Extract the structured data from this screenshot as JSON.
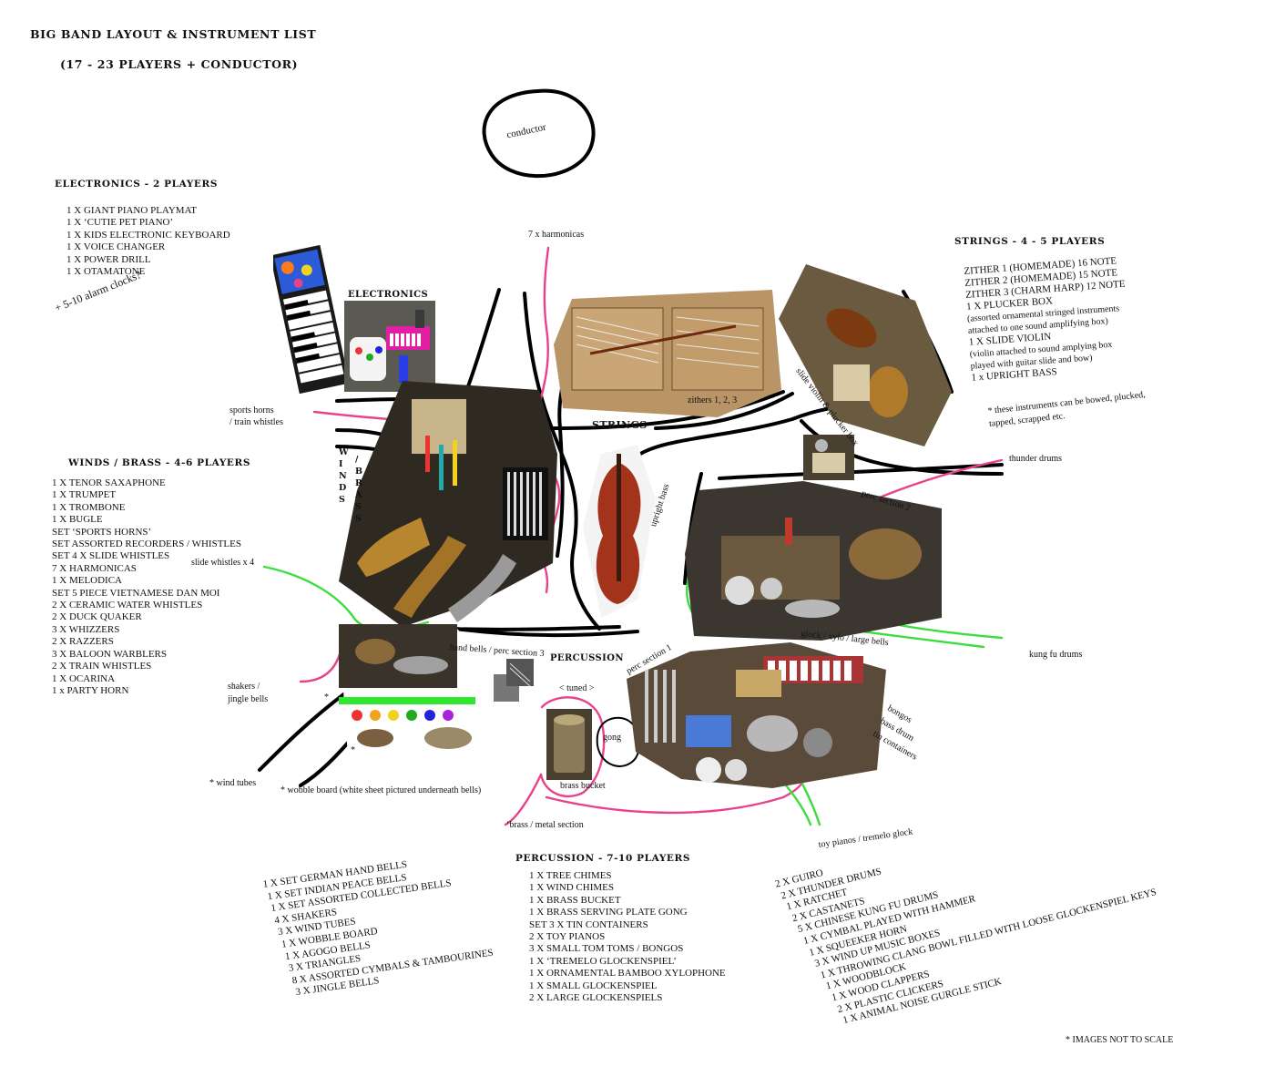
{
  "title": {
    "line1": "BIG BAND LAYOUT & INSTRUMENT LIST",
    "line2": "(17 - 23 PLAYERS + CONDUCTOR)"
  },
  "conductor": "conductor",
  "electronics": {
    "heading": "ELECTRONICS - 2 PLAYERS",
    "items": [
      "1 X GIANT PIANO PLAYMAT",
      "1 X ‘CUTIE PET PIANO’",
      "1 X KIDS ELECTRONIC KEYBOARD",
      "1 X VOICE CHANGER",
      "1 X POWER DRILL",
      "1 X OTAMATONE"
    ],
    "note": "+ 5-10 alarm clocks?"
  },
  "winds": {
    "heading": "WINDS / BRASS - 4-6 PLAYERS",
    "items": [
      "1 X TENOR SAXAPHONE",
      "1 X TRUMPET",
      "1 X TROMBONE",
      "1 X BUGLE",
      "SET ‘SPORTS HORNS’",
      "SET ASSORTED RECORDERS / WHISTLES",
      "SET 4 X SLIDE WHISTLES",
      "7 X HARMONICAS",
      "1 X MELODICA",
      "SET 5 PIECE VIETNAMESE DAN MOI",
      "2 X CERAMIC WATER WHISTLES",
      "2 X DUCK QUAKER",
      "3 X WHIZZERS",
      "2 X RAZZERS",
      "3 X BALOON WARBLERS",
      "2 X TRAIN WHISTLES",
      "1 X OCARINA",
      "1 x PARTY HORN"
    ]
  },
  "strings": {
    "heading": "STRINGS - 4 - 5 PLAYERS",
    "items": [
      "ZITHER 1 (HOMEMADE) 16 NOTE",
      "ZITHER 2  (HOMEMADE) 15 NOTE",
      "ZITHER 3 (CHARM HARP) 12 NOTE",
      "1 X PLUCKER BOX",
      "(assorted ornamental stringed instruments",
      "attached to one sound amplifying box)",
      "1 X SLIDE VIOLIN",
      "(violin attached to sound amplying box",
      "played with guitar slide and bow)",
      "1 x UPRIGHT BASS"
    ],
    "note": [
      "* these instruments can be bowed, plucked,",
      "tapped, scrapped etc."
    ]
  },
  "percussion": {
    "heading": "PERCUSSION - 7-10 PLAYERS",
    "items": [
      "1 X TREE CHIMES",
      "1 X WIND CHIMES",
      "1 X BRASS BUCKET",
      "1 X BRASS SERVING PLATE GONG",
      "SET 3 X TIN CONTAINERS",
      "2 X TOY PIANOS",
      "3 X SMALL TOM TOMS / BONGOS",
      "1 X ‘TREMELO GLOCKENSPIEL’",
      "1 X ORNAMENTAL BAMBOO XYLOPHONE",
      "1 X SMALL GLOCKENSPIEL",
      "2 X LARGE GLOCKENSPIELS"
    ],
    "left_items": [
      "1 X SET GERMAN HAND BELLS",
      "1 X SET INDIAN PEACE BELLS",
      "1 X SET ASSORTED COLLECTED BELLS",
      "4 X SHAKERS",
      "3 X WIND TUBES",
      "1 X WOBBLE BOARD",
      "1 X AGOGO BELLS",
      "3 X TRIANGLES",
      "8 X ASSORTED CYMBALS & TAMBOURINES",
      "3 X JINGLE BELLS"
    ],
    "right_items": [
      "2 X GUIRO",
      "2 X THUNDER DRUMS",
      "1 X RATCHET",
      "2 X CASTANETS",
      "5 X CHINESE KUNG FU DRUMS",
      "1 X CYMBAL PLAYED WITH HAMMER",
      "1 X SQUEEKER HORN",
      "3 X WIND UP MUSIC BOXES",
      "1 X THROWING CLANG BOWL  FILLED WITH LOOSE GLOCKENSPIEL KEYS",
      "1 X WOODBLOCK",
      "1 X WOOD CLAPPERS",
      "2 X PLASTIC CLICKERS",
      "1 X ANIMAL NOISE GURGLE STICK"
    ]
  },
  "map_labels": {
    "harmonicas": "7 x harmonicas",
    "electronics": "ELECTRONICS",
    "sports_horns": "sports horns",
    "train_whistles": "/ train whistles",
    "winds_vertical": "W I N D S",
    "brass_vertical": "/ B R A S S",
    "slide_whistles": "slide whistles x 4",
    "strings": "STRINGS",
    "zithers": "zithers 1, 2, 3",
    "slide_violin": "slide violin & plucker box",
    "upright_bass": "upright bass",
    "thunder_drums": "thunder drums",
    "perc_section_2": "perc section 2",
    "kung_fu_drums": "kung fu drums",
    "glock": "glock / xylo / large bells",
    "hand_bells": "hand bells / perc section 3",
    "percussion": "PERCUSSION",
    "perc_section_1": "perc section 1",
    "tuned": "< tuned >",
    "gong": "gong",
    "brass_bucket": "brass bucket",
    "brass_metal": "‘brass / metal section",
    "bongos": "bongos",
    "bass_drum": "bass drum",
    "tin_containers": "tin containers",
    "toy_pianos": "toy pianos / tremelo glock",
    "shakers": "shakers /",
    "jingle_bells": "jingle bells",
    "wind_tubes": "* wind tubes",
    "wobble_board": "* wobble board (white sheet pictured underneath bells)",
    "star1": "*",
    "star2": "*"
  },
  "footnote": "* IMAGES NOT TO SCALE",
  "colors": {
    "line": "#000000",
    "pink": "#e8438a",
    "green": "#3ddc3d"
  }
}
